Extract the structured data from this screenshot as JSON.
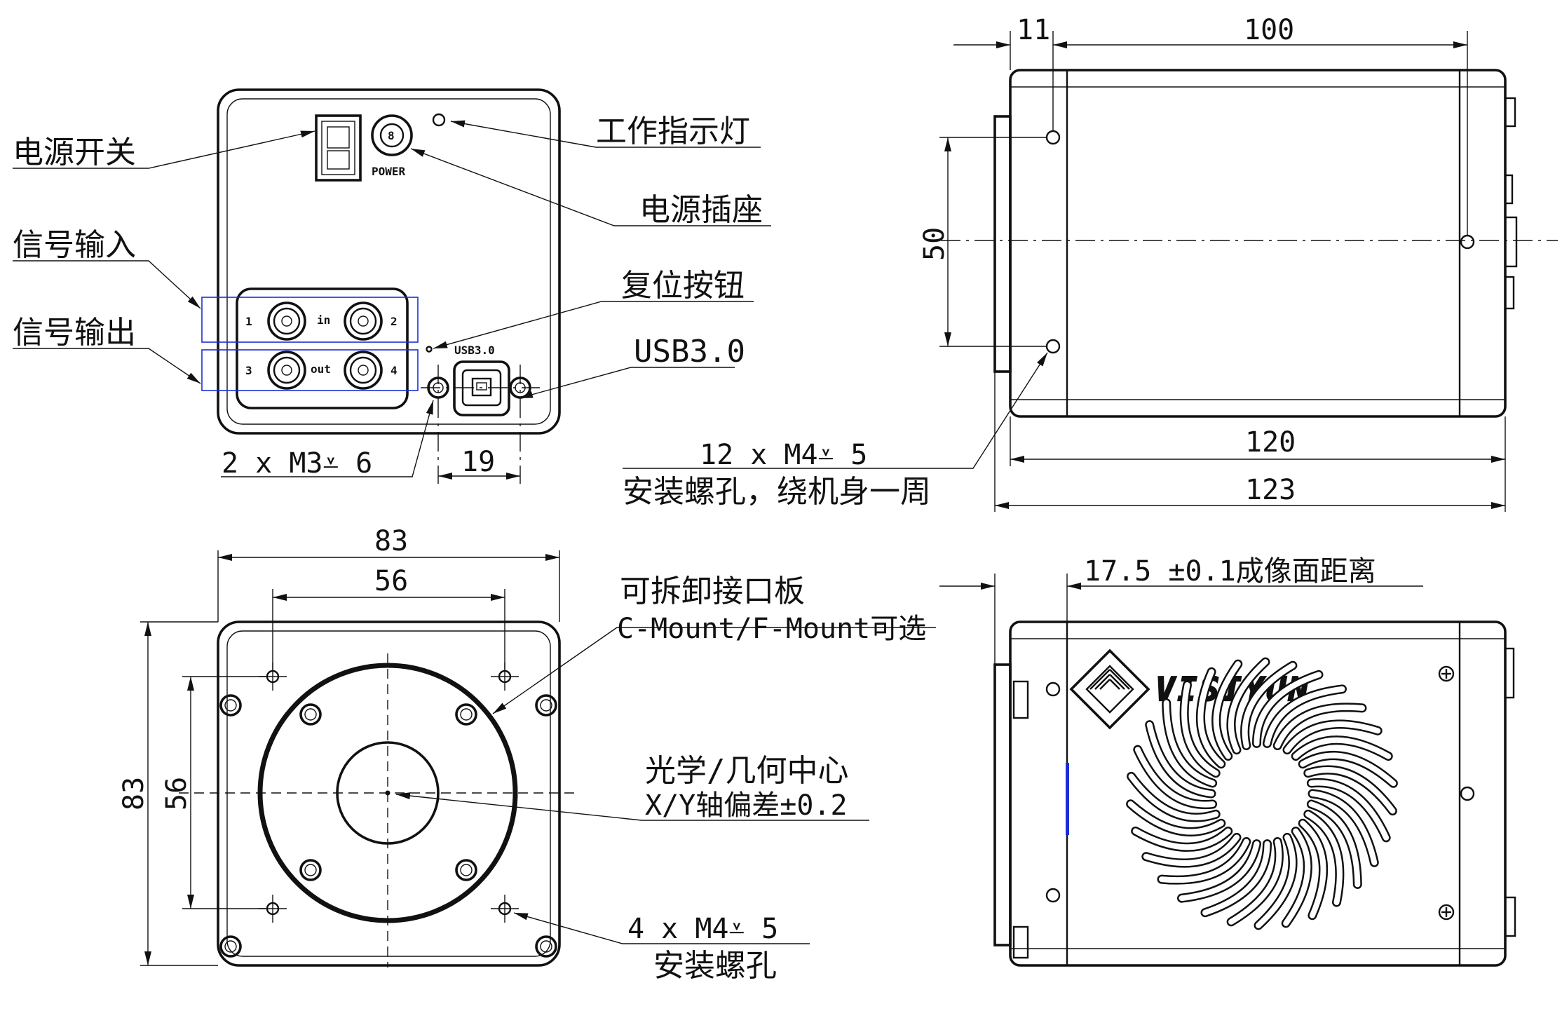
{
  "colors": {
    "line": "#111111",
    "annotation_box": "#1a2fd6",
    "background": "#ffffff"
  },
  "rear_view": {
    "callouts": {
      "power_switch": "电源开关",
      "work_indicator": "工作指示灯",
      "power_socket": "电源插座",
      "signal_input": "信号输入",
      "signal_output": "信号输出",
      "reset_button": "复位按钮",
      "usb": "USB3.0"
    },
    "panel_labels": {
      "power": "POWER",
      "power_pin": "8",
      "usb": "USB3.0",
      "port1": "1",
      "port2": "2",
      "port3": "3",
      "port4": "4",
      "in": "in",
      "out": "out"
    },
    "dims": {
      "screw": "2 x  M3⩡ 6",
      "usb_spacing": "19"
    }
  },
  "side_view": {
    "dims": {
      "offset": "11",
      "length_holes": "100",
      "height_holes": "50",
      "body_length": "120",
      "total_length": "123"
    },
    "callouts": {
      "screw_spec": "12 x M4⩡ 5",
      "screw_note": "安装螺孔，绕机身一周"
    }
  },
  "front_view": {
    "dims": {
      "width": "83",
      "hole_spacing_h": "56",
      "height": "83",
      "hole_spacing_v": "56"
    },
    "callouts": {
      "plate_line1": "可拆卸接口板",
      "plate_line2": "C-Mount/F-Mount可选",
      "center_line1": "光学/几何中心",
      "center_line2": "X/Y轴偏差±0.2",
      "holes_spec": "4 x  M4⩡ 5",
      "holes_note": "安装螺孔"
    }
  },
  "top_view": {
    "dims": {
      "flange": "17.5 ±0.1成像面距离"
    },
    "logo_text": "VISIYUN"
  }
}
